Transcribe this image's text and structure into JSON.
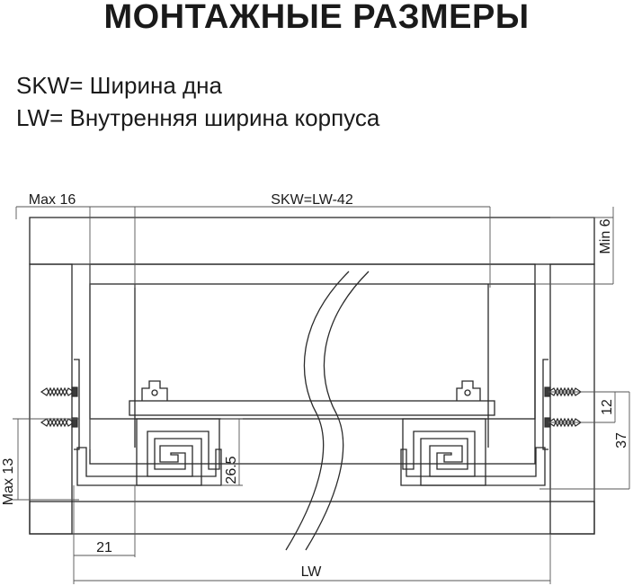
{
  "title": "МОНТАЖНЫЕ РАЗМЕРЫ",
  "legend": [
    "SKW= Ширина дна",
    "LW= Внутренняя ширина корпуса"
  ],
  "dimensions": {
    "max16": "Max 16",
    "skw": "SKW=LW-42",
    "min6": "Min 6",
    "d12": "12",
    "d37": "37",
    "d265": "26.5",
    "max13": "Max 13",
    "d21": "21",
    "lw": "LW"
  }
}
